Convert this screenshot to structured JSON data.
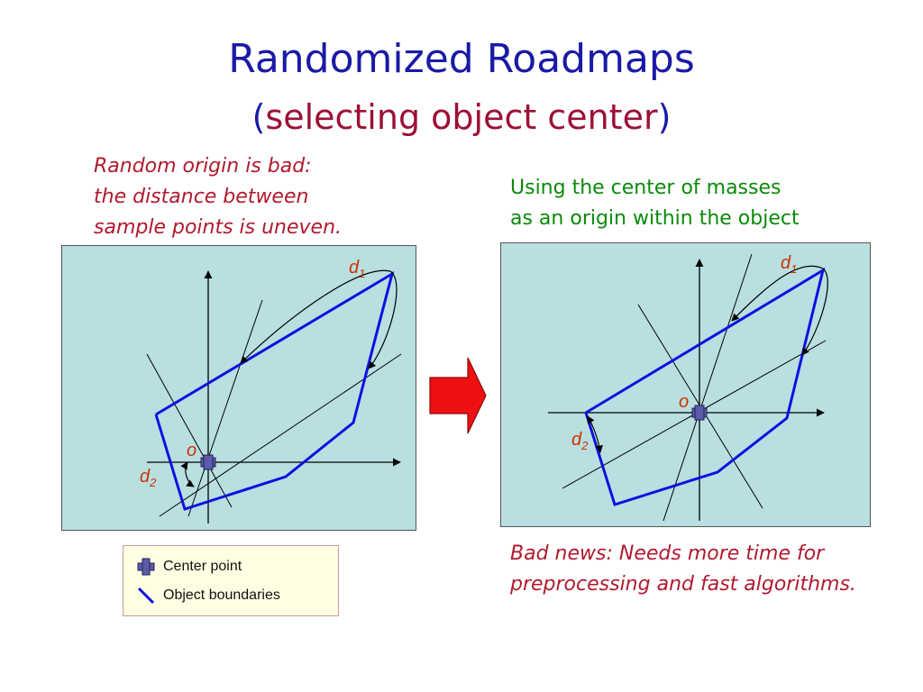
{
  "title": "Randomized Roadmaps",
  "subtitle": {
    "open": "(",
    "text": "selecting object center",
    "close": ")"
  },
  "notes": {
    "left": [
      "Random origin is bad:",
      "the distance between",
      "sample points is uneven."
    ],
    "right_top": [
      "Using the center of masses",
      "as an origin within the object"
    ],
    "right_bottom": [
      "Bad news: Needs more time for",
      "preprocessing and fast algorithms."
    ]
  },
  "labels": {
    "d1_base": "d",
    "d1_sub": "1",
    "d2_base": "d",
    "d2_sub": "2",
    "origin": "o"
  },
  "legend": {
    "center_point": "Center point",
    "object_boundaries": "Object boundaries"
  },
  "colors": {
    "panel_bg": "#b9dfe0",
    "boundary": "#1010e0",
    "center": "#5b5ba8",
    "label": "#cc3300",
    "arrow": "#ee1111"
  },
  "icons": [
    "center-point-icon",
    "object-boundary-icon",
    "right-arrow-icon"
  ]
}
